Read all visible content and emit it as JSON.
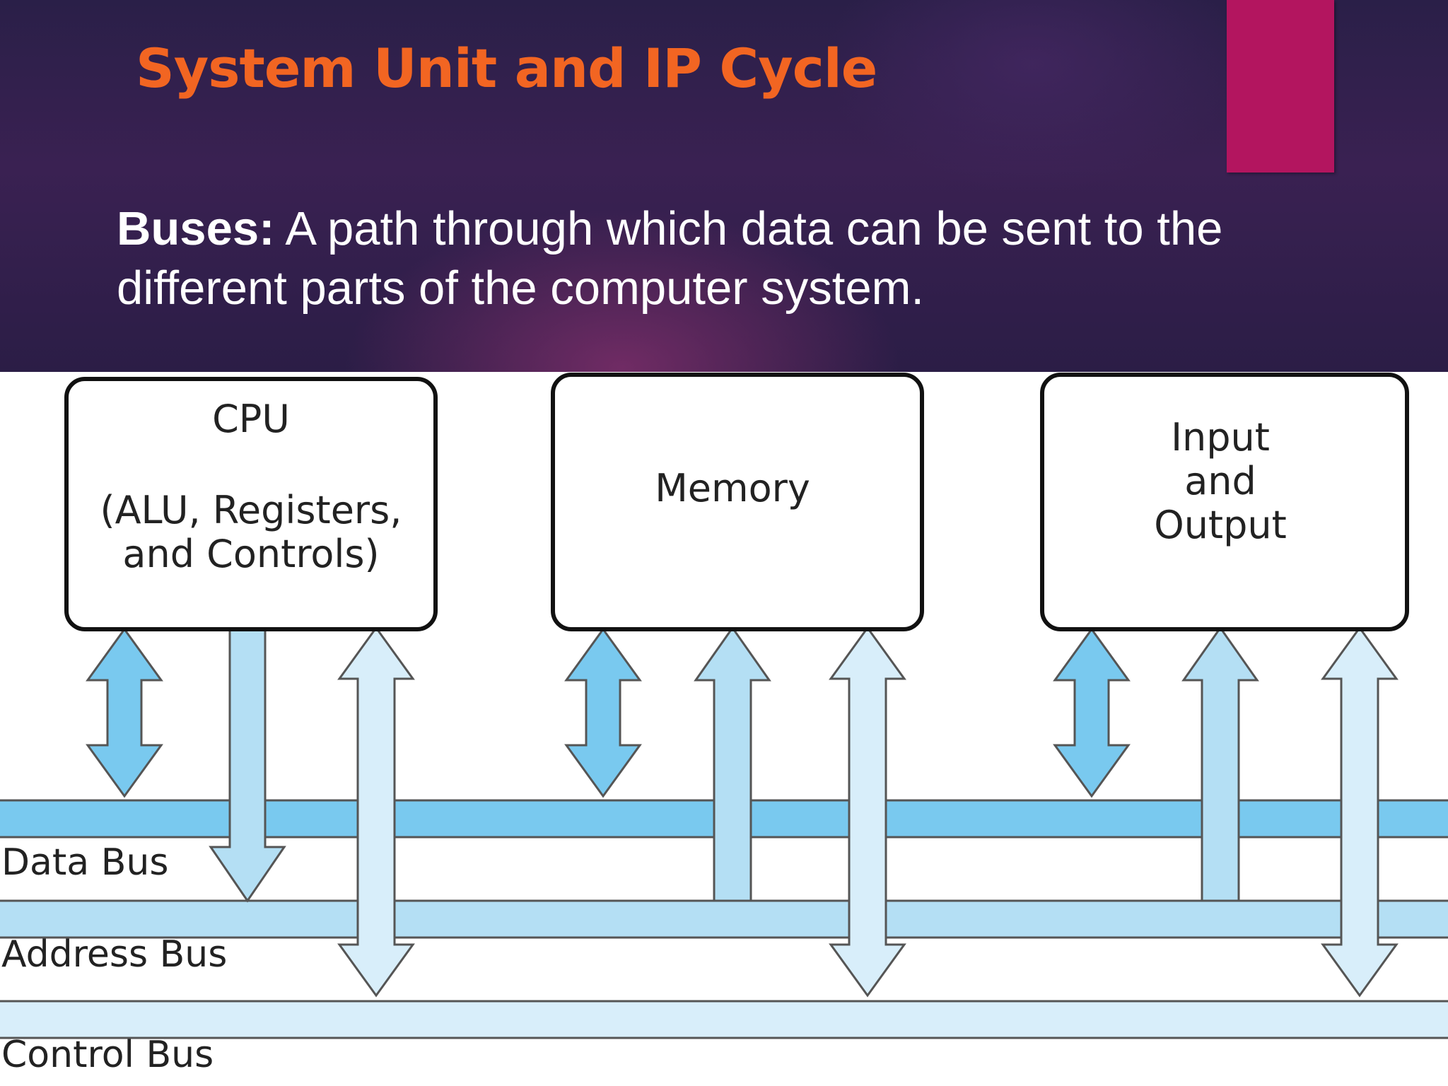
{
  "slide": {
    "title": "System Unit and IP Cycle",
    "definition_term": "Buses:",
    "definition_text": " A path through which data can be sent to the different parts of the computer system."
  },
  "diagram": {
    "components": [
      {
        "id": "cpu",
        "lines": [
          "CPU",
          "",
          "(ALU, Registers,",
          "and Controls)"
        ]
      },
      {
        "id": "memory",
        "lines": [
          "Memory"
        ]
      },
      {
        "id": "io",
        "lines": [
          "Input",
          "and",
          "Output"
        ]
      }
    ],
    "buses": [
      {
        "id": "data",
        "label": "Data Bus"
      },
      {
        "id": "address",
        "label": "Address Bus"
      },
      {
        "id": "control",
        "label": "Control Bus"
      }
    ],
    "connections": [
      {
        "component": "cpu",
        "bus": "data",
        "direction": "bidirectional"
      },
      {
        "component": "cpu",
        "bus": "address",
        "direction": "component-to-bus"
      },
      {
        "component": "cpu",
        "bus": "control",
        "direction": "bidirectional"
      },
      {
        "component": "memory",
        "bus": "data",
        "direction": "bidirectional"
      },
      {
        "component": "memory",
        "bus": "address",
        "direction": "bus-to-component"
      },
      {
        "component": "memory",
        "bus": "control",
        "direction": "bidirectional"
      },
      {
        "component": "io",
        "bus": "data",
        "direction": "bidirectional"
      },
      {
        "component": "io",
        "bus": "address",
        "direction": "bus-to-component"
      },
      {
        "component": "io",
        "bus": "control",
        "direction": "bidirectional"
      }
    ],
    "colors": {
      "data_bus": "#79c9ef",
      "address_bus": "#b4dff4",
      "control_bus": "#d8eefa",
      "outline": "#555555",
      "box_stroke": "#111111"
    }
  }
}
